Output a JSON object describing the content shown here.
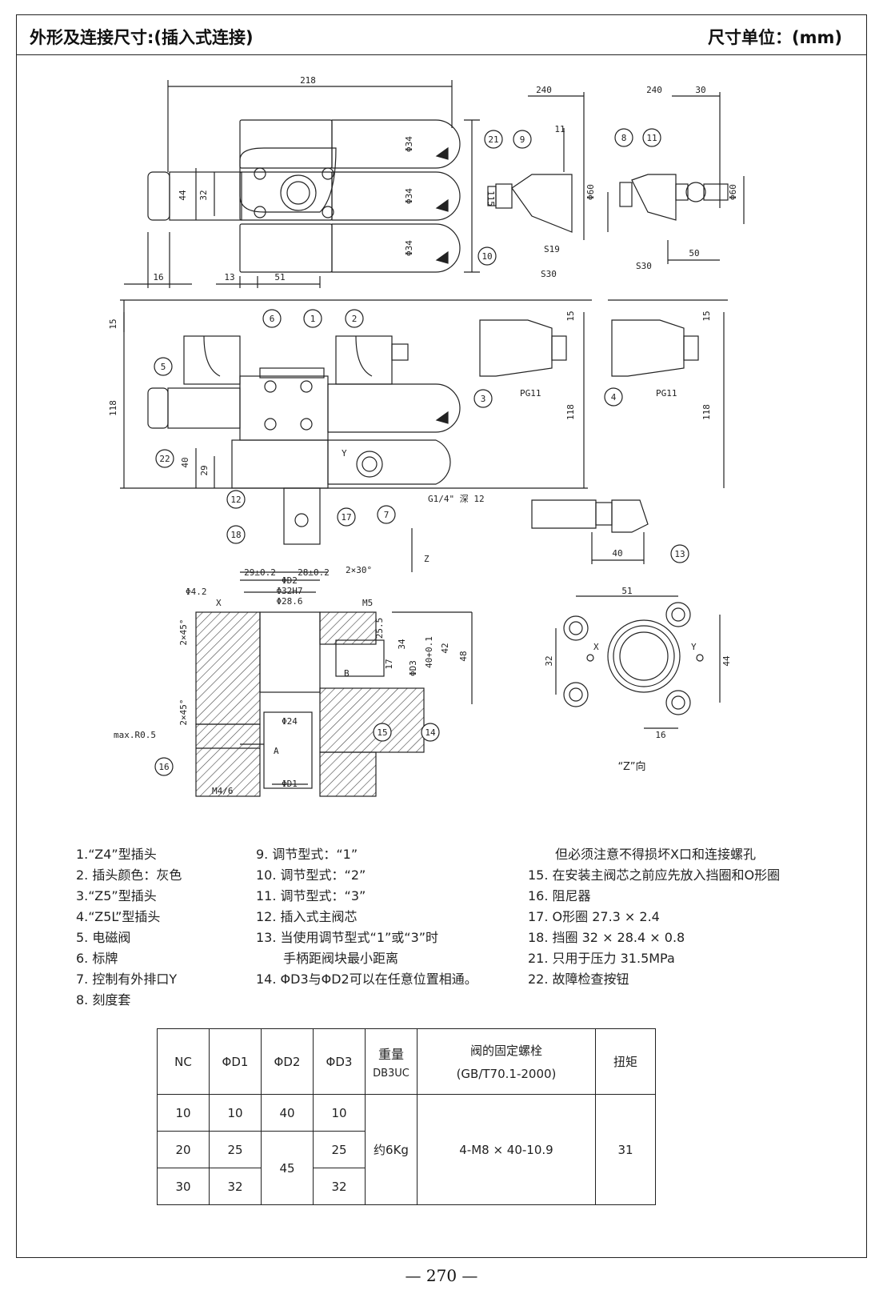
{
  "header": {
    "title": "外形及连接尺寸:(插入式连接)",
    "unit": "尺寸单位：(mm)"
  },
  "drawing": {
    "dims": {
      "d218": "218",
      "d240a": "240",
      "d240b": "240",
      "d30": "30",
      "d11": "11",
      "d115": "115",
      "d44": "44",
      "d32": "32",
      "d16": "16",
      "d13": "13",
      "d51": "51",
      "d60a": "Φ60",
      "d60b": "Φ60",
      "d50": "50",
      "d15a": "15",
      "d15b": "15",
      "d15c": "15",
      "d118a": "118",
      "d118b": "118",
      "d118c": "118",
      "d40": "40",
      "d29": "29",
      "d40b": "40",
      "phi34a": "Φ34",
      "phi34b": "Φ34",
      "phi34c": "Φ34"
    },
    "labels": {
      "s19": "S19",
      "s30a": "S30",
      "s30b": "S30",
      "pg11a": "PG11",
      "pg11b": "PG11",
      "g14": "G1/4\" 深  12",
      "y": "Y",
      "z": "Z",
      "x": "X",
      "b": "B",
      "a": "A",
      "m5": "M5",
      "m46": "M4/6",
      "maxr": "max.R0.5",
      "phi42": "Φ4.2",
      "c45a": "2×45°",
      "c45b": "2×45°",
      "c30": "2×30°",
      "t29": "29±0.2",
      "t28": "28±0.2",
      "phid2": "ΦD2",
      "phi32h7": "Φ32H7",
      "phi286": "Φ28.6",
      "d255": "25.5",
      "d34v": "34",
      "d40v": "40+0.1",
      "d42v": "42",
      "d48v": "48",
      "d17": "17",
      "phid3": "ΦD3",
      "phi24": "Φ24",
      "phid1": "ΦD1",
      "z51": "51",
      "z32": "32",
      "z44": "44",
      "z16": "16",
      "zx": "X",
      "zy": "Y",
      "zview": "“Z”向"
    },
    "callouts": [
      "1",
      "2",
      "3",
      "4",
      "5",
      "6",
      "7",
      "8",
      "9",
      "10",
      "11",
      "12",
      "13",
      "14",
      "15",
      "16",
      "17",
      "18",
      "21",
      "22"
    ]
  },
  "notes": {
    "col1": [
      "1.“Z4”型插头",
      "2. 插头颜色：灰色",
      "3.“Z5”型插头",
      "4.“Z5L”型插头",
      "5. 电磁阀",
      "6. 标牌",
      "7. 控制有外排口Y",
      "8. 刻度套"
    ],
    "col2": [
      "9. 调节型式：“1”",
      "10. 调节型式：“2”",
      "11. 调节型式：“3”",
      "12. 插入式主阀芯",
      "13. 当使用调节型式“1”或“3”时",
      "手柄距阀块最小距离",
      "14. ΦD3与ΦD2可以在任意位置相通。"
    ],
    "col3": [
      "但必须注意不得损坏X口和连接螺孔",
      "15. 在安装主阀芯之前应先放入挡圈和O形圈",
      "16. 阻尼器",
      "17. O形圈 27.3 × 2.4",
      "18. 挡圈 32 × 28.4 × 0.8",
      "21. 只用于压力 31.5MPa",
      "22. 故障检查按钮"
    ]
  },
  "table": {
    "headers": {
      "nc": "NC",
      "d1": "ΦD1",
      "d2": "ΦD2",
      "d3": "ΦD3",
      "weight": "重量",
      "weight_sub": "DB3UC",
      "bolt": "阀的固定螺栓",
      "bolt_sub": "(GB/T70.1-2000)",
      "torque": "扭矩"
    },
    "rows": [
      {
        "nc": "10",
        "d1": "10",
        "d3": "10"
      },
      {
        "nc": "20",
        "d1": "25",
        "d3": "25"
      },
      {
        "nc": "30",
        "d1": "32",
        "d3": "32"
      }
    ],
    "d2_first": "40",
    "d2_merged": "45",
    "weight": "约6Kg",
    "bolt": "4-M8 × 40-10.9",
    "torque": "31"
  },
  "page_number": "— 270 —"
}
